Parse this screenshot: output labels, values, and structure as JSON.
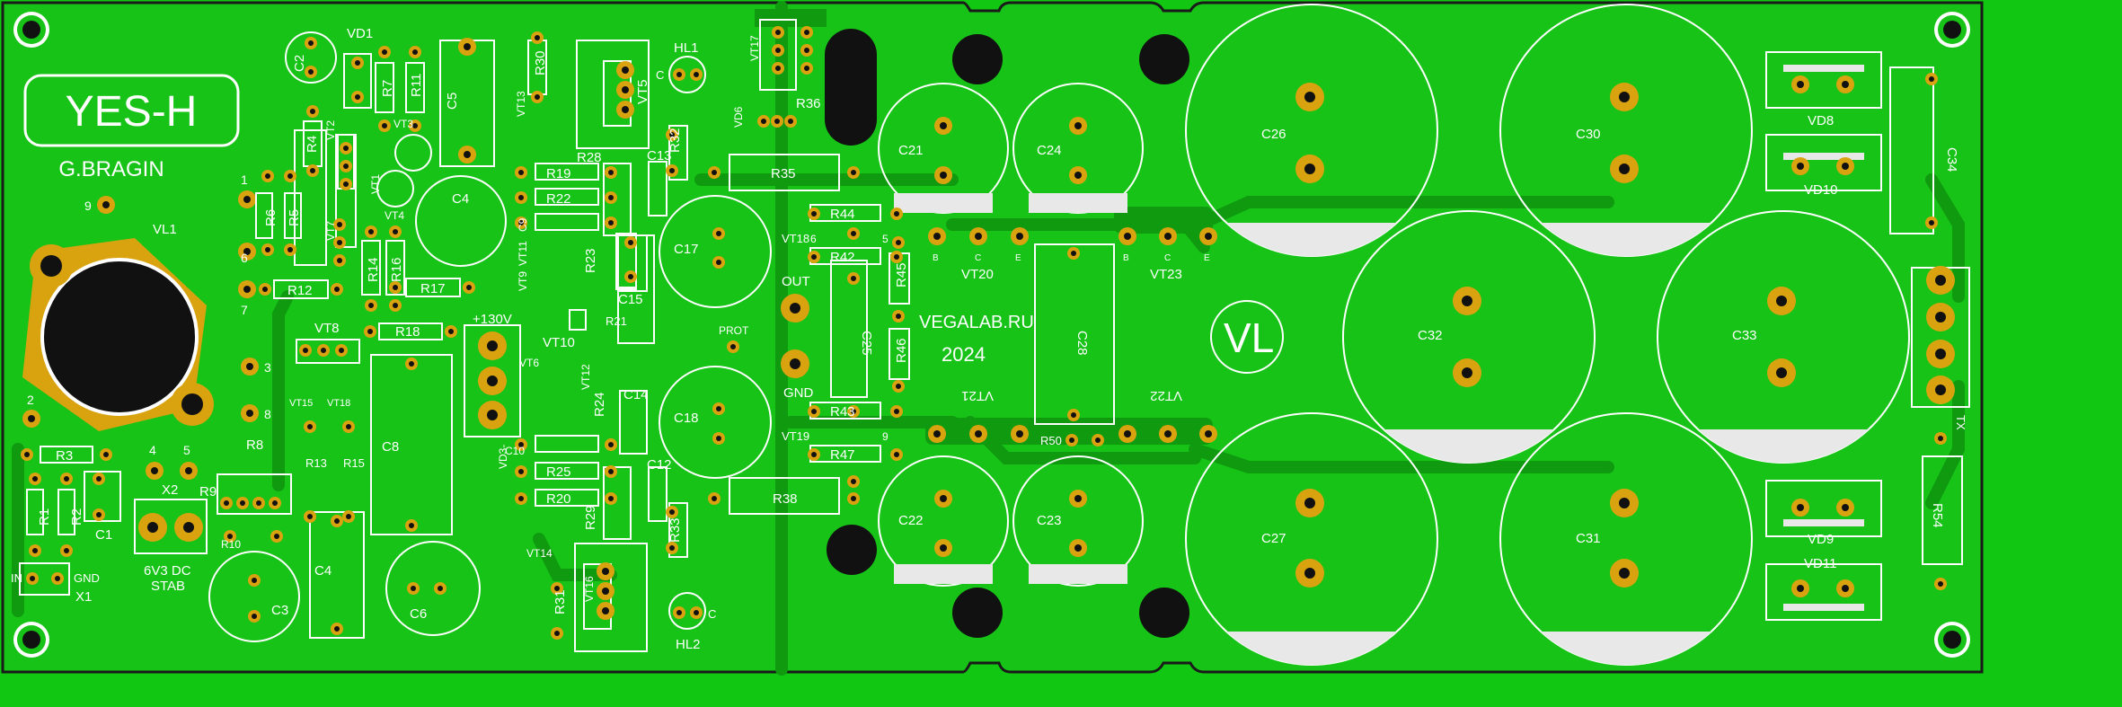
{
  "board": {
    "name": "YES-H",
    "author": "G.BRAGIN",
    "website": "VEGALAB.RU",
    "year": "2024",
    "colors": {
      "background": "#12c712",
      "board": "#17c317",
      "trace": "#0f9a0f",
      "silk": "#ffffff",
      "pad": "#d9a310",
      "hole": "#111111",
      "edge": "#222222"
    }
  },
  "labels": {
    "vl1": "VL1",
    "vd1": "VD1",
    "c2": "C2",
    "r7": "R7",
    "r11": "R11",
    "c5": "C5",
    "r30": "R30",
    "vt5": "VT5",
    "hl1": "HL1",
    "vt17": "VT17",
    "vd6": "VD6",
    "r36": "R36",
    "r4": "R4",
    "vt2": "VT2",
    "vt3": "VT3",
    "vt1": "VT1",
    "vt4": "VT4",
    "vt7": "VT7",
    "r6": "R6",
    "r5": "R5",
    "r14": "R14",
    "r16": "R16",
    "r12": "R12",
    "r17": "R17",
    "c4a": "C4",
    "vt13": "VT13",
    "r19": "R19",
    "r22": "R22",
    "c9": "C9",
    "r28": "R28",
    "c13": "C13",
    "r32": "R32",
    "r35": "R35",
    "c17": "C17",
    "c15": "C15",
    "vt11": "VT11",
    "vt9": "VT9",
    "r23": "R23",
    "r21": "R21",
    "vt8": "VT8",
    "r18": "R18",
    "plus130": "+130V",
    "vt6": "VT6",
    "vt10": "VT10",
    "vt12": "VT12",
    "r24": "R24",
    "c14": "C14",
    "c18": "C18",
    "prot": "PROT",
    "out": "OUT",
    "gnd": "GND",
    "c10": "C10",
    "r25": "R25",
    "r20": "R20",
    "r29": "R29",
    "c12": "C12",
    "vt14": "VT14",
    "r33": "R33",
    "r31": "R31",
    "vt16": "VT16",
    "hl2": "HL2",
    "r38": "R38",
    "c8": "C8",
    "r8": "R8",
    "r9": "R9",
    "r10": "R10",
    "r3": "R3",
    "r1": "R1",
    "r2": "R2",
    "c1": "C1",
    "x1": "X1",
    "x2": "X2",
    "in": "IN",
    "gndx1": "GND",
    "stab1": "6V3 DC",
    "stab2": "STAB",
    "c3": "C3",
    "c4b": "C4",
    "r13": "R13",
    "r15": "R15",
    "vt15": "VT15",
    "vt18b": "VT18",
    "c6": "C6",
    "c21": "C21",
    "c24": "C24",
    "c22": "C22",
    "c23": "C23",
    "r44": "R44",
    "r42": "R42",
    "r45": "R45",
    "r46": "R46",
    "c25": "C25",
    "r43": "R43",
    "r47": "R47",
    "vt18": "VT18",
    "vt19": "VT19",
    "vt20": "VT20",
    "vt23": "VT23",
    "vt21": "VT21",
    "vt22": "VT22",
    "c28": "C28",
    "r50": "R50",
    "c26": "C26",
    "c30": "C30",
    "c32": "C32",
    "c33": "C33",
    "c27": "C27",
    "c31": "C31",
    "vd8": "VD8",
    "vd10": "VD10",
    "vd9": "VD9",
    "vd11": "VD11",
    "c34": "C34",
    "r54": "R54",
    "tx": "TX",
    "n9": "9",
    "n1": "1",
    "n6": "6",
    "n7": "7",
    "n3": "3",
    "n8": "8",
    "n2": "2",
    "n4": "4",
    "n5": "5",
    "b": "B",
    "c": "C",
    "e": "E",
    "plus": "+",
    "c_hl": "C",
    "c_hl2": "C",
    "vdpins": "VD3-",
    "s6": "6",
    "s5": "5",
    "s9": "9"
  }
}
